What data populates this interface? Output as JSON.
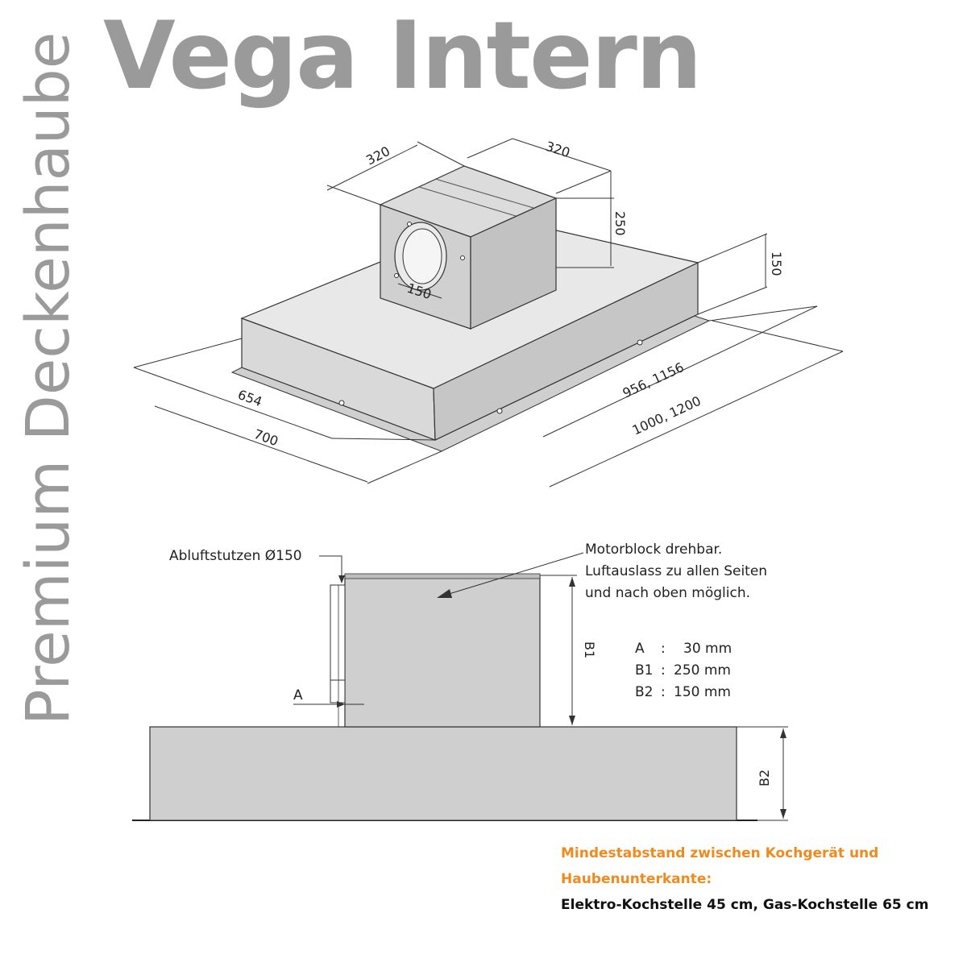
{
  "title": "Vega Intern",
  "side_title": "Premium Deckenhaube",
  "iso_dimensions": {
    "box_width": "320",
    "box_depth": "320",
    "box_height": "250",
    "body_height": "150",
    "inner_width": "654",
    "outer_width": "700",
    "inner_length": "956, 1156",
    "outer_length": "1000, 1200",
    "duct_diameter": "150"
  },
  "side_view": {
    "duct_label": "Abluftstutzen Ø150",
    "motor_note": [
      "Motorblock drehbar.",
      "Luftauslass zu allen Seiten",
      "und nach oben möglich."
    ],
    "label_a": "A",
    "label_b1": "B1",
    "label_b2": "B2",
    "specs": [
      {
        "key": "A",
        "sep": ":",
        "value": "30 mm"
      },
      {
        "key": "B1",
        "sep": ":",
        "value": "250 mm"
      },
      {
        "key": "B2",
        "sep": ":",
        "value": "150 mm"
      }
    ]
  },
  "footer": {
    "line1": "Mindestabstand zwischen Kochgerät und",
    "line2": "Haubenunterkante:",
    "line3": "Elektro-Kochstelle 45 cm, Gas-Kochstelle 65 cm"
  },
  "colors": {
    "title_gray": "#9a9a9a",
    "accent_orange": "#f08a1e",
    "surface_light": "#e6e6e6",
    "surface_mid": "#d2d2d2",
    "surface_dark": "#bdbdbd"
  }
}
